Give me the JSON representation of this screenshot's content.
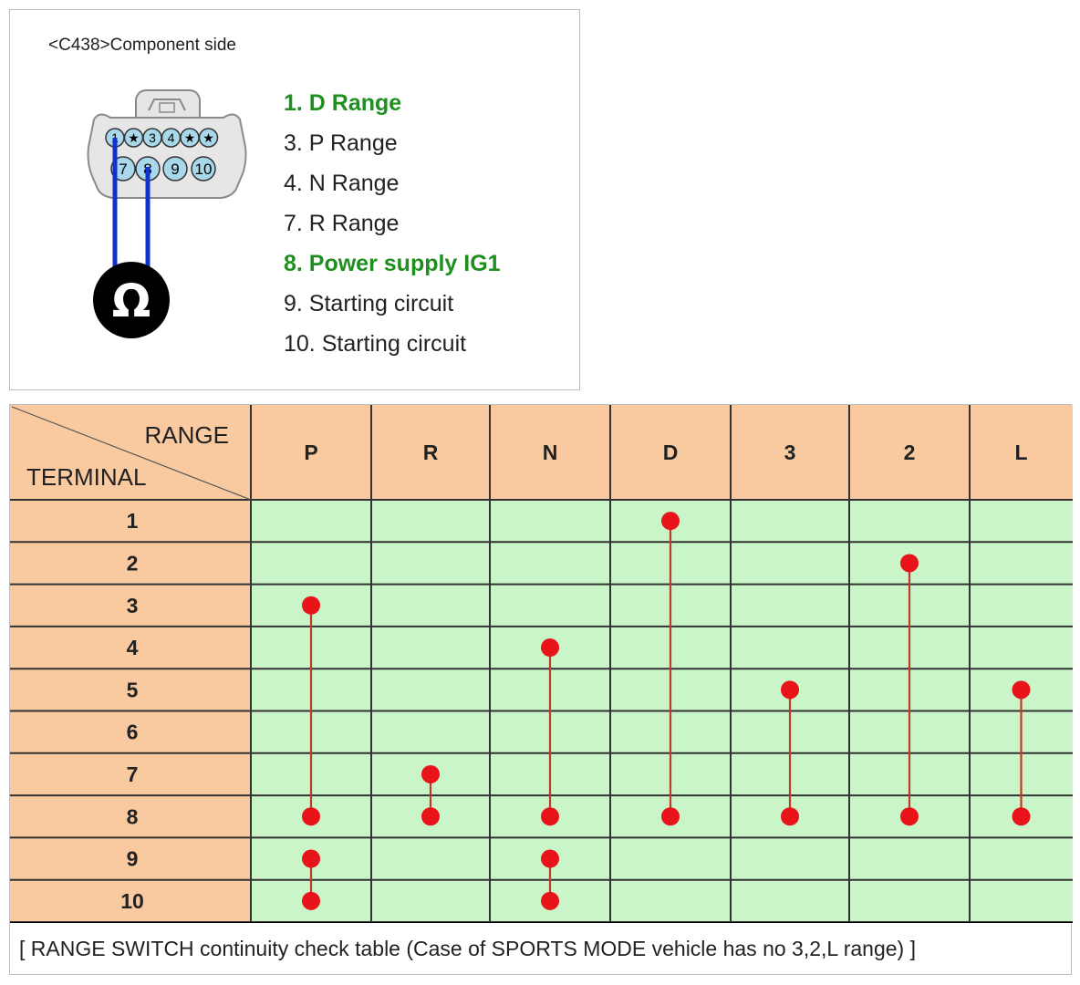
{
  "connector": {
    "caption": "<C438>Component side",
    "pins_top": [
      "1",
      "★",
      "3",
      "4",
      "★",
      "★"
    ],
    "pins_bottom": [
      "7",
      "8",
      "9",
      "10"
    ],
    "meter_symbol": "Ω",
    "probe_pins": [
      "1",
      "8"
    ]
  },
  "legend": [
    {
      "text": "1. D Range",
      "highlight": true
    },
    {
      "text": "3. P Range",
      "highlight": false
    },
    {
      "text": "4. N Range",
      "highlight": false
    },
    {
      "text": "7. R Range",
      "highlight": false
    },
    {
      "text": "8. Power supply IG1",
      "highlight": true
    },
    {
      "text": "9. Starting circuit",
      "highlight": false
    },
    {
      "text": "10. Starting circuit",
      "highlight": false
    }
  ],
  "table": {
    "corner_top": "RANGE",
    "corner_bottom": "TERMINAL",
    "ranges": [
      "P",
      "R",
      "N",
      "D",
      "3",
      "2",
      "L"
    ],
    "terminals": [
      "1",
      "2",
      "3",
      "4",
      "5",
      "6",
      "7",
      "8",
      "9",
      "10"
    ],
    "continuity": [
      {
        "range": "P",
        "terminals": [
          "3",
          "8"
        ]
      },
      {
        "range": "P",
        "terminals": [
          "9",
          "10"
        ]
      },
      {
        "range": "R",
        "terminals": [
          "7",
          "8"
        ]
      },
      {
        "range": "N",
        "terminals": [
          "4",
          "8"
        ]
      },
      {
        "range": "N",
        "terminals": [
          "9",
          "10"
        ]
      },
      {
        "range": "D",
        "terminals": [
          "1",
          "8"
        ]
      },
      {
        "range": "3",
        "terminals": [
          "5",
          "8"
        ]
      },
      {
        "range": "2",
        "terminals": [
          "2",
          "8"
        ]
      },
      {
        "range": "L",
        "terminals": [
          "5",
          "8"
        ]
      }
    ],
    "colors": {
      "header": "#f9c9a0",
      "cell": "#c9f5c9",
      "mark": "#e8141a",
      "line": "#c0392b"
    }
  },
  "footnote": "[ RANGE SWITCH continuity check table (Case of SPORTS MODE vehicle has no 3,2,L range) ]"
}
